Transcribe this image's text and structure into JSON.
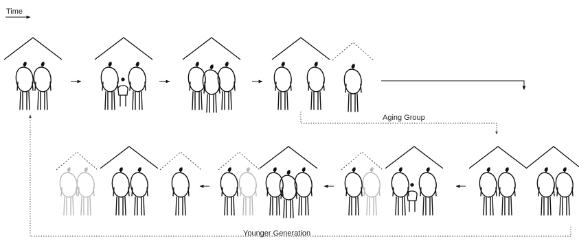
{
  "labels": {
    "time": "Time",
    "aging_group": "Aging Group",
    "younger_generation": "Younger Generation"
  },
  "colors": {
    "ink": "#111111",
    "faded": "#b8b8b8",
    "dotted_line": "#444444"
  },
  "legend_icons": [
    "house-roof-icon",
    "person-figure-icon",
    "child-figure-icon",
    "right-arrow-icon"
  ]
}
